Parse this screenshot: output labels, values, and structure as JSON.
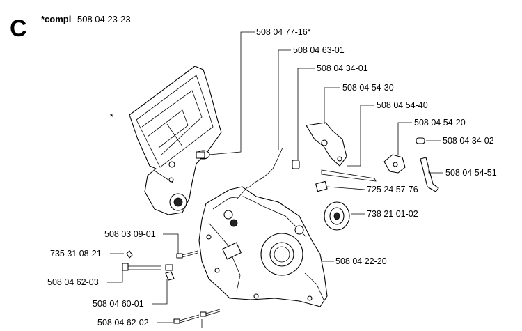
{
  "section_letter": "C",
  "kit": {
    "key": "*compl",
    "number": "508 04 23-23"
  },
  "asterisk": "*",
  "callouts": [
    "508 04 77-16*",
    "508 04 63-01",
    "508 04 34-01",
    "508 04 54-30",
    "508 04 54-40",
    "508 04 54-20",
    "508 04 34-02",
    "508 04 54-51",
    "725 24 57-76",
    "738 21 01-02",
    "508 04 22-20",
    "508 03 09-01",
    "735 31 08-21",
    "508 04 62-03",
    "508 04 60-01",
    "508 04 62-02"
  ]
}
